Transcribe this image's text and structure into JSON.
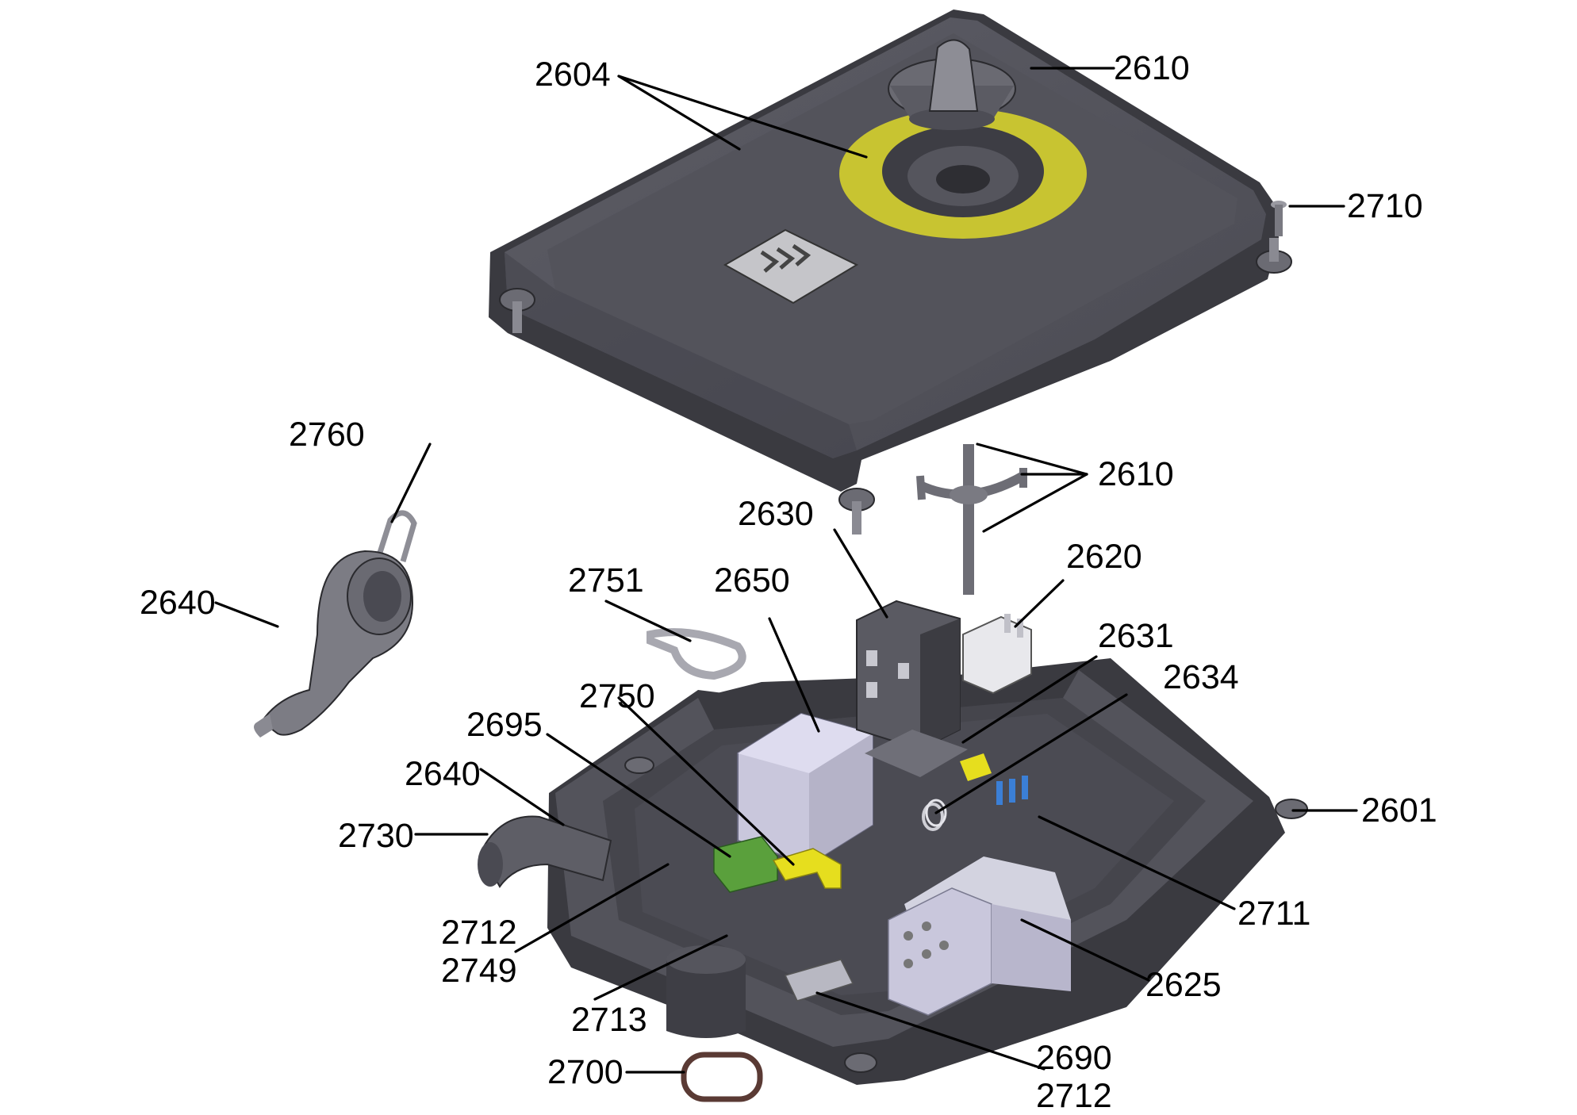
{
  "callouts": [
    {
      "id": "c2604",
      "text": "2604"
    },
    {
      "id": "c2610a",
      "text": "2610"
    },
    {
      "id": "c2710",
      "text": "2710"
    },
    {
      "id": "c2760",
      "text": "2760"
    },
    {
      "id": "c2610b",
      "text": "2610"
    },
    {
      "id": "c2640a",
      "text": "2640"
    },
    {
      "id": "c2630",
      "text": "2630"
    },
    {
      "id": "c2620",
      "text": "2620"
    },
    {
      "id": "c2751",
      "text": "2751"
    },
    {
      "id": "c2650",
      "text": "2650"
    },
    {
      "id": "c2631",
      "text": "2631"
    },
    {
      "id": "c2634",
      "text": "2634"
    },
    {
      "id": "c2750",
      "text": "2750"
    },
    {
      "id": "c2695",
      "text": "2695"
    },
    {
      "id": "c2640b",
      "text": "2640"
    },
    {
      "id": "c2601",
      "text": "2601"
    },
    {
      "id": "c2730",
      "text": "2730"
    },
    {
      "id": "c2711",
      "text": "2711"
    },
    {
      "id": "c2712a",
      "text": "2712"
    },
    {
      "id": "c2749",
      "text": "2749"
    },
    {
      "id": "c2625",
      "text": "2625"
    },
    {
      "id": "c2713",
      "text": "2713"
    },
    {
      "id": "c2690",
      "text": "2690"
    },
    {
      "id": "c2712b",
      "text": "2712"
    },
    {
      "id": "c2700",
      "text": "2700"
    }
  ],
  "colors": {
    "housing": "#53535b",
    "housing_dark": "#3a3a40",
    "warning_ring": "#c8c431",
    "transformer": "#c9c7dc",
    "terminal_green": "#5aa03c",
    "clip_yellow": "#e6de1e",
    "contact_blue": "#3b7fd6",
    "background": "#ffffff"
  }
}
